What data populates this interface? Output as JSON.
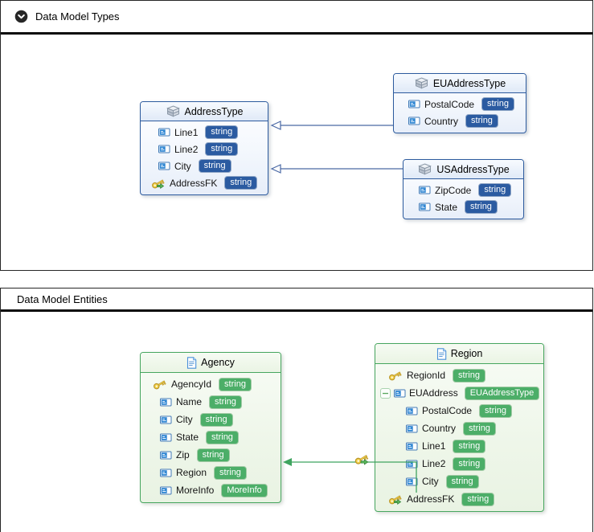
{
  "panels": [
    {
      "title": "Data Model Types",
      "collapse_icon": "chevron-down-circle",
      "entities": [
        {
          "name": "AddressType",
          "icon": "type-cube",
          "properties": [
            {
              "icon": "field",
              "name": "Line1",
              "type": "string"
            },
            {
              "icon": "field",
              "name": "Line2",
              "type": "string"
            },
            {
              "icon": "field",
              "name": "City",
              "type": "string"
            },
            {
              "icon": "fk-key",
              "name": "AddressFK",
              "type": "string"
            }
          ]
        },
        {
          "name": "EUAddressType",
          "icon": "type-cube",
          "properties": [
            {
              "icon": "field",
              "name": "PostalCode",
              "type": "string"
            },
            {
              "icon": "field",
              "name": "Country",
              "type": "string"
            }
          ]
        },
        {
          "name": "USAddressType",
          "icon": "type-cube",
          "properties": [
            {
              "icon": "field",
              "name": "ZipCode",
              "type": "string"
            },
            {
              "icon": "field",
              "name": "State",
              "type": "string"
            }
          ]
        }
      ],
      "relations": [
        {
          "from": "EUAddressType",
          "to": "AddressType",
          "kind": "inheritance"
        },
        {
          "from": "USAddressType",
          "to": "AddressType",
          "kind": "inheritance"
        }
      ]
    },
    {
      "title": "Data Model Entities",
      "entities": [
        {
          "name": "Agency",
          "icon": "entity-document",
          "properties": [
            {
              "icon": "key",
              "name": "AgencyId",
              "type": "string"
            },
            {
              "icon": "field",
              "name": "Name",
              "type": "string"
            },
            {
              "icon": "field",
              "name": "City",
              "type": "string"
            },
            {
              "icon": "field",
              "name": "State",
              "type": "string"
            },
            {
              "icon": "field",
              "name": "Zip",
              "type": "string"
            },
            {
              "icon": "field",
              "name": "Region",
              "type": "string"
            },
            {
              "icon": "field",
              "name": "MoreInfo",
              "type": "MoreInfo"
            }
          ]
        },
        {
          "name": "Region",
          "icon": "entity-document",
          "properties": [
            {
              "icon": "key",
              "name": "RegionId",
              "type": "string"
            },
            {
              "icon": "field",
              "name": "EUAddress",
              "type": "EUAddressType",
              "toggle": "minus"
            },
            {
              "icon": "field",
              "name": "PostalCode",
              "type": "string",
              "indent": 1
            },
            {
              "icon": "field",
              "name": "Country",
              "type": "string",
              "indent": 1
            },
            {
              "icon": "field",
              "name": "Line1",
              "type": "string",
              "indent": 1
            },
            {
              "icon": "field",
              "name": "Line2",
              "type": "string",
              "indent": 1
            },
            {
              "icon": "field",
              "name": "City",
              "type": "string",
              "indent": 1
            },
            {
              "icon": "fk-key",
              "name": "AddressFK",
              "type": "string"
            }
          ]
        }
      ],
      "relations": [
        {
          "from": "Region.AddressFK",
          "to": "Agency",
          "kind": "foreign-key",
          "marker": "key-icon"
        }
      ]
    }
  ],
  "colors": {
    "type_badge": "#2b5ba1",
    "type_border": "#2d5b9e",
    "entity_badge": "#4cae68",
    "entity_border": "#47a65f",
    "relation_blue": "#4a69a5",
    "relation_green": "#3fa45f",
    "panel_border": "#262626"
  }
}
